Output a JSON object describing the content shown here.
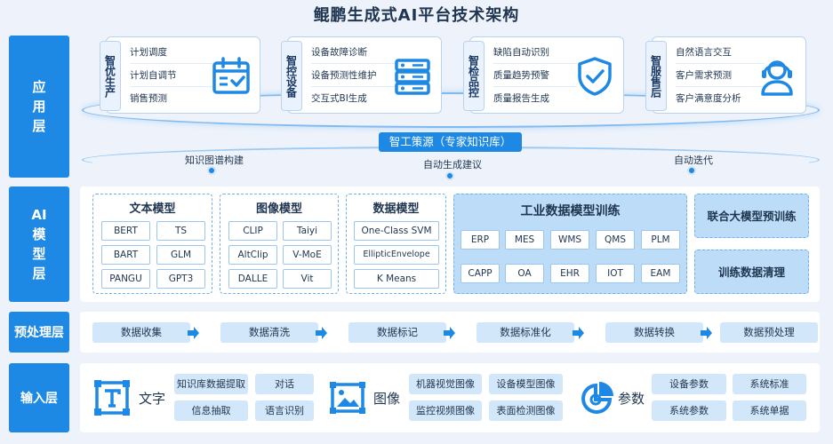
{
  "title": "鲲鹏生成式AI平台技术架构",
  "layers": {
    "app": [
      "应",
      "用",
      "层"
    ],
    "model": [
      "AI",
      "模",
      "型",
      "层"
    ],
    "preprocess": "预处理层",
    "input": "输入层"
  },
  "app_cards": [
    {
      "tag": "智优生产",
      "items": [
        "计划调度",
        "计划自调节",
        "销售预测"
      ],
      "icon": "calendar-check-icon"
    },
    {
      "tag": "智控设备",
      "items": [
        "设备故障诊断",
        "设备预测性维护",
        "交互式BI生成"
      ],
      "icon": "server-icon"
    },
    {
      "tag": "智检品控",
      "items": [
        "缺陷自动识别",
        "质量趋势预警",
        "质量报告生成"
      ],
      "icon": "shield-check-icon"
    },
    {
      "tag": "智服售后",
      "items": [
        "自然语言交互",
        "客户需求预测",
        "客户满意度分析"
      ],
      "icon": "headset-user-icon"
    }
  ],
  "knowledge": {
    "label": "智工策源（专家知识库）",
    "nodes": [
      "知识图谱构建",
      "自动生成建议",
      "自动迭代"
    ]
  },
  "model_groups": [
    {
      "title": "文本模型",
      "items": [
        "BERT",
        "TS",
        "BART",
        "GLM",
        "PANGU",
        "GPT3"
      ]
    },
    {
      "title": "图像模型",
      "items": [
        "CLIP",
        "Taiyi",
        "AltClip",
        "V-MoE",
        "DALLE",
        "Vit"
      ]
    },
    {
      "title": "数据模型",
      "items": [
        "One-Class SVM",
        "EllipticEnvelope",
        "K Means"
      ]
    }
  ],
  "industrial": {
    "title": "工业数据模型训练",
    "items": [
      "ERP",
      "MES",
      "WMS",
      "QMS",
      "PLM",
      "CAPP",
      "OA",
      "EHR",
      "IOT",
      "EAM"
    ]
  },
  "right_boxes": [
    "联合大模型预训练",
    "训练数据清理"
  ],
  "preprocess_steps": [
    "数据收集",
    "数据清洗",
    "数据标记",
    "数据标准化",
    "数据转换",
    "数据预处理"
  ],
  "inputs": [
    {
      "label": "文字",
      "icon": "text-icon",
      "items": [
        "知识库数据提取",
        "对话",
        "信息抽取",
        "语言识别"
      ]
    },
    {
      "label": "图像",
      "icon": "image-icon",
      "items": [
        "机器视觉图像",
        "设备模型图像",
        "监控视频图像",
        "表面检测图像"
      ]
    },
    {
      "label": "参数",
      "icon": "pie-chart-icon",
      "items": [
        "设备参数",
        "系统标准",
        "系统参数",
        "系统单据"
      ]
    }
  ],
  "colors": {
    "accent": "#1e88e5",
    "light": "#d3e7fa",
    "panel": "#bddcf7"
  }
}
